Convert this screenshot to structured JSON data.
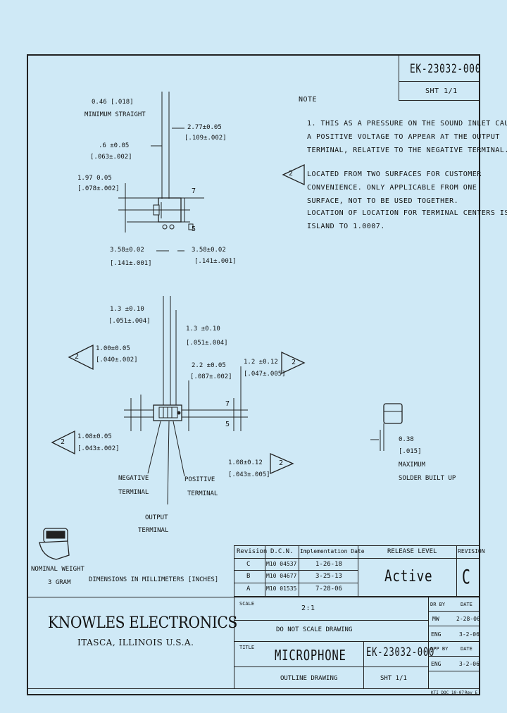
{
  "header": {
    "part_number": "EK-23032-000",
    "sheet": "SHT 1/1"
  },
  "notes": {
    "title": "NOTE",
    "note1": [
      "1. THIS AS A PRESSURE ON THE SOUND INLET CAUSES",
      "A POSITIVE VOLTAGE TO APPEAR AT THE OUTPUT",
      "TERMINAL, RELATIVE TO THE NEGATIVE TERMINAL."
    ],
    "note2_marker": "2",
    "note2": [
      "LOCATED FROM TWO SURFACES FOR CUSTOMER",
      "CONVENIENCE. ONLY APPLICABLE FROM ONE",
      "SURFACE, NOT TO BE USED TOGETHER.",
      "LOCATION OF LOCATION FOR TERMINAL CENTERS IS",
      "ISLAND TO 1.0007."
    ]
  },
  "dims_top": {
    "d1": [
      "0.46 [.018]",
      "MINIMUM STRAIGHT"
    ],
    "d2": [
      "2.77±0.05",
      "[.109±.002]"
    ],
    "d3": [
      ".6 ±0.05",
      "[.063±.002]"
    ],
    "d4": [
      "1.97 0.05",
      "[.078±.002]"
    ],
    "d5": [
      "3.58±0.02",
      "[.141±.001]"
    ],
    "d6": [
      "3.58±0.02",
      "[.141±.001]"
    ],
    "mark7": "7",
    "mark5": "5"
  },
  "dims_mid": {
    "d1": [
      "1.3 ±0.10",
      "[.051±.004]"
    ],
    "d2": [
      "1.3 ±0.10",
      "[.051±.004]"
    ],
    "d3_marker": "2",
    "d3": [
      "1.00±0.05",
      "[.040±.002]"
    ],
    "d4": [
      "2.2 ±0.05",
      "[.087±.002]"
    ],
    "d5": [
      "1.2 ±0.12",
      "[.047±.005]"
    ],
    "d5_marker": "2",
    "d6_marker": "2",
    "d6": [
      "1.08±0.05",
      "[.043±.002]"
    ],
    "d7": [
      "1.08±0.12",
      "[.043±.005]"
    ],
    "d7_marker": "2",
    "mark7": "7",
    "mark5": "5"
  },
  "side": [
    "0.38",
    "[.015]",
    "MAXIMUM",
    "SOLDER BUILT UP"
  ],
  "terminals": {
    "negative": [
      "NEGATIVE",
      "TERMINAL"
    ],
    "positive": [
      "POSITIVE",
      "TERMINAL"
    ],
    "output": [
      "OUTPUT",
      "TERMINAL"
    ]
  },
  "weight": [
    "NOMINAL WEIGHT",
    "3 GRAM"
  ],
  "units": "DIMENSIONS IN MILLIMETERS [INCHES]",
  "revisions": {
    "headers": [
      "Revision",
      "D.C.N.",
      "Implementation Date"
    ],
    "rows": [
      [
        "C",
        "M10 04537",
        "1-26-18"
      ],
      [
        "B",
        "M10 04677",
        "3-25-13"
      ],
      [
        "A",
        "M10 01535",
        "7-28-06"
      ]
    ]
  },
  "release": {
    "label": "RELEASE LEVEL",
    "value": "Active"
  },
  "revision_box": {
    "label": "REVISION",
    "value": "C"
  },
  "title_block": {
    "company": "KNOWLES ELECTRONICS",
    "location": "ITASCA, ILLINOIS U.S.A.",
    "scale_label": "SCALE",
    "scale": "2:1",
    "no_scale": "DO NOT SCALE DRAWING",
    "title_label": "TITLE",
    "title": "MICROPHONE",
    "part": "EK-23032-000",
    "subtitle": "OUTLINE DRAWING",
    "sheet": "SHT 1/1",
    "sign": [
      {
        "role": "DR BY",
        "date": "DATE"
      },
      {
        "role": "MW",
        "date": "2-28-06"
      },
      {
        "role": "ENG",
        "date": "3-2-06"
      },
      {
        "role": "APP BY",
        "date": "DATE"
      },
      {
        "role": "ENG",
        "date": "3-2-06"
      }
    ],
    "footer_left": "KTI DOC 10-07",
    "footer_right": "Rev E"
  }
}
